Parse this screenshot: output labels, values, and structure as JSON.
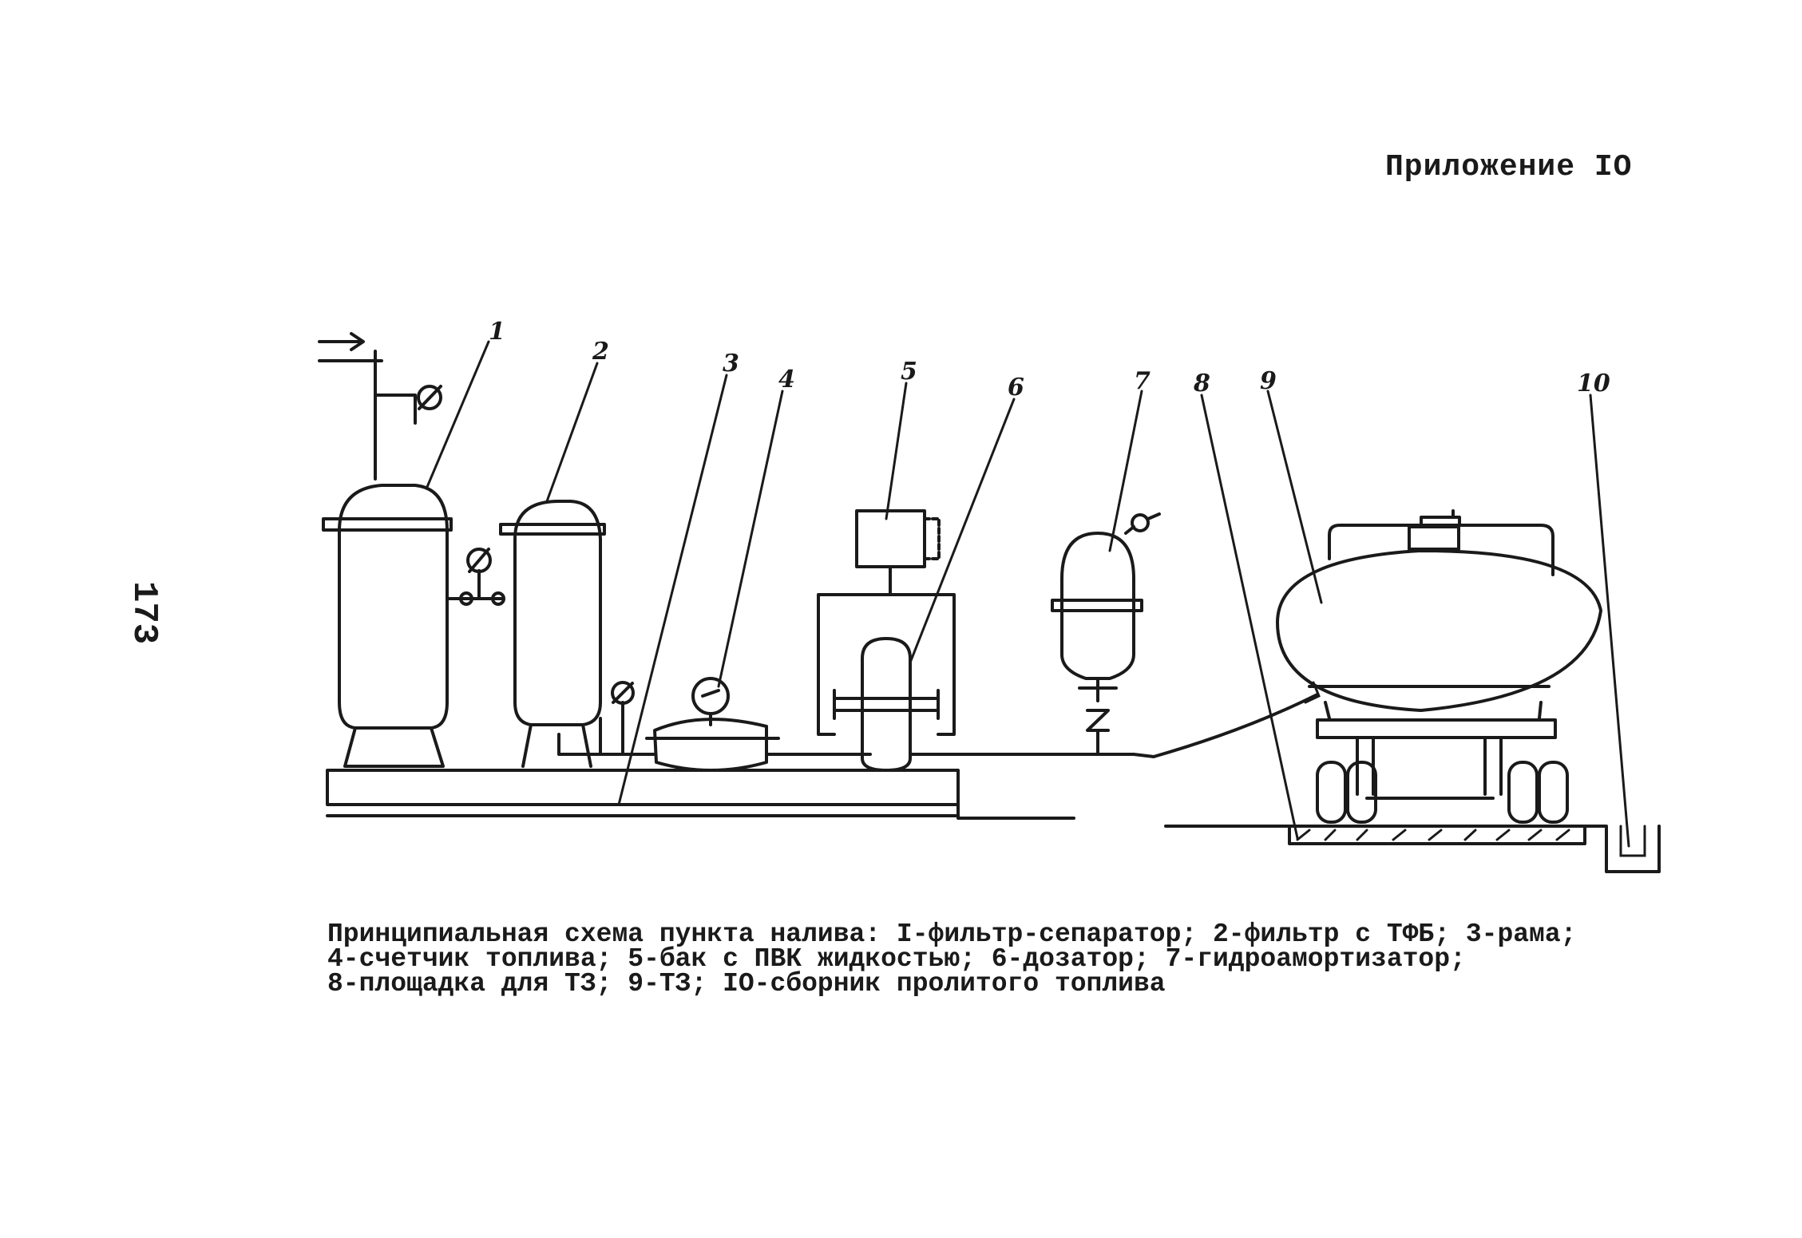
{
  "header": {
    "appendix": "Приложение IO"
  },
  "page_number": "173",
  "diagram": {
    "callouts": [
      "1",
      "2",
      "3",
      "4",
      "5",
      "6",
      "7",
      "8",
      "9",
      "10"
    ]
  },
  "caption": {
    "lines": [
      "Принципиальная схема пункта налива: I-фильтр-сепаратор; 2-фильтр с ТФБ; 3-рама;",
      "4-счетчик топлива; 5-бак с ПВК жидкостью; 6-дозатор; 7-гидроамортизатор;",
      "8-площадка для ТЗ; 9-ТЗ; IO-сборник пролитого топлива"
    ]
  }
}
